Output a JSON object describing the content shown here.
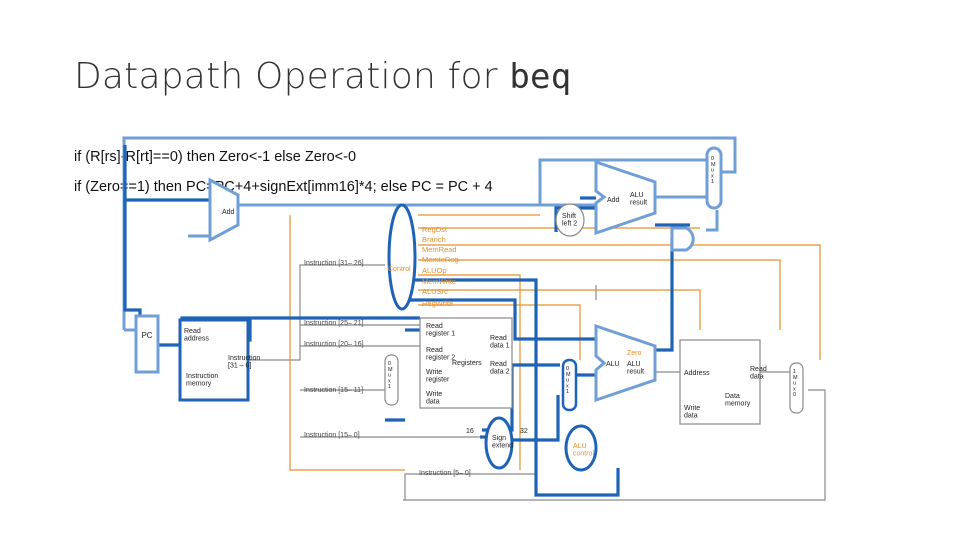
{
  "slide": {
    "title_text": "Datapath Operation for ",
    "title_code": "beq",
    "condition_1": "if (R[rs]-R[rt]==0) then Zero<-1 else  Zero<-0",
    "condition_2": "if (Zero==1) then PC=PC+4+signExt[imm16]*4;  else  PC = PC + 4"
  },
  "diagram": {
    "pc": "PC",
    "imem_read_address": "Read\naddress",
    "imem_instruction": "Instruction\n[31 – 0]",
    "imem_title": "Instruction\nmemory",
    "adder1": "Add",
    "adder2_add": "Add",
    "adder2_result": "ALU\nresult",
    "shift_left": "Shift\nleft 2",
    "control": "Control",
    "control_signals": [
      "RegDst",
      "Branch",
      "MemRead",
      "MemtoReg",
      "ALUOp",
      "MemWrite",
      "ALUSrc",
      "RegWrite"
    ],
    "instr_fields": [
      "Instruction [31– 26]",
      "Instruction [25– 21]",
      "Instruction [20– 16]",
      "Instruction [15– 11]",
      "Instruction [15– 0]",
      "Instruction [5– 0]"
    ],
    "regs": {
      "read_reg1": "Read\nregister 1",
      "read_reg2": "Read\nregister 2",
      "write_reg": "Write\nregister",
      "write_data": "Write\ndata",
      "read_data1": "Read\ndata 1",
      "read_data2": "Read\ndata 2",
      "title": "Registers"
    },
    "sign_extend": "Sign\nextend",
    "sign_in": "16",
    "sign_out": "32",
    "alu_zero": "Zero",
    "alu_label": "ALU",
    "alu_result": "ALU\nresult",
    "alu_control": "ALU\ncontrol",
    "dmem": {
      "address": "Address",
      "read_data": "Read\ndata",
      "write_data": "Write\ndata",
      "title": "Data\nmemory"
    },
    "mux_regdst": "0\nM\nu\nx\n1",
    "mux_alusrc": "0\nM\nu\nx\n1",
    "mux_memtoreg": "1\nM\nu\nx\n0",
    "mux_pcsrc": "0\nM\nu\nx\n1"
  },
  "colors": {
    "highlight": "#1f63b7",
    "highlight_light": "#6f9fd6",
    "control_orange": "#e8902a",
    "wire_gray": "#8a8a8a"
  }
}
